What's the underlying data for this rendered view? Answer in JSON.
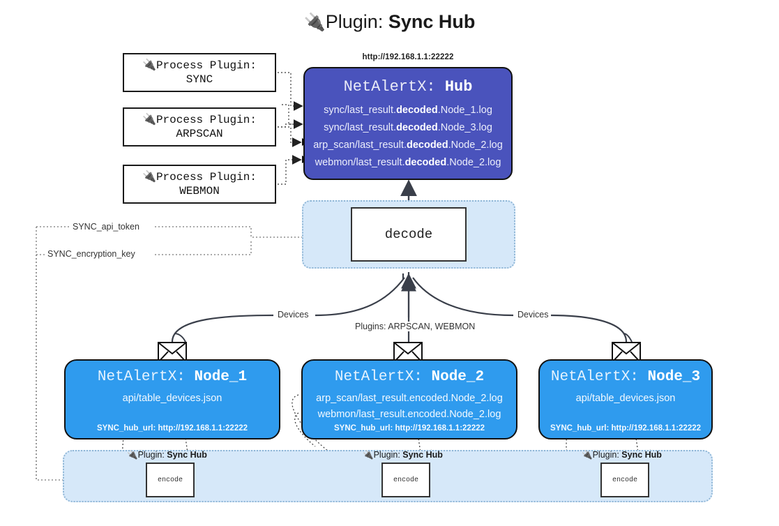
{
  "title": {
    "icon": "electric-plug-icon",
    "prefix": "Plugin: ",
    "name": "Sync Hub"
  },
  "process_plugins": [
    {
      "line1": "Process Plugin:",
      "line2": "SYNC",
      "icon": "electric-plug-icon"
    },
    {
      "line1": "Process Plugin:",
      "line2": "ARPSCAN",
      "icon": "electric-plug-icon"
    },
    {
      "line1": "Process Plugin:",
      "line2": "WEBMON",
      "icon": "electric-plug-icon"
    }
  ],
  "hub": {
    "url": "http://192.168.1.1:22222",
    "title_prefix": "NetAlertX: ",
    "title_name": "Hub",
    "lines": [
      {
        "pre": "sync/last_result.",
        "mid": "decoded",
        "post": ".Node_1.log"
      },
      {
        "pre": "sync/last_result.",
        "mid": "decoded",
        "post": ".Node_3.log"
      },
      {
        "pre": "arp_scan/last_result.",
        "mid": "decoded",
        "post": ".Node_2.log"
      },
      {
        "pre": "webmon/last_result.",
        "mid": "decoded",
        "post": ".Node_2.log"
      }
    ],
    "fill_color": "#4a53bc"
  },
  "decode": {
    "label": "decode",
    "container_color": "#d6e8f9"
  },
  "edge_labels": {
    "api_token": "SYNC_api_token",
    "encryption_key": "SYNC_encryption_key",
    "devices_left": "Devices",
    "devices_right": "Devices",
    "plugins_mid": "Plugins: ARPSCAN, WEBMON"
  },
  "nodes": [
    {
      "title_prefix": "NetAlertX: ",
      "title_name": "Node_1",
      "lines": [
        "api/table_devices.json"
      ],
      "footer": "SYNC_hub_url: http://192.168.1.1:22222",
      "icon": "envelope-icon"
    },
    {
      "title_prefix": "NetAlertX: ",
      "title_name": "Node_2",
      "lines": [
        "arp_scan/last_result.encoded.Node_2.log",
        "webmon/last_result.encoded.Node_2.log"
      ],
      "footer": "SYNC_hub_url: http://192.168.1.1:22222",
      "icon": "envelope-icon"
    },
    {
      "title_prefix": "NetAlertX: ",
      "title_name": "Node_3",
      "lines": [
        "api/table_devices.json"
      ],
      "footer": "SYNC_hub_url: http://192.168.1.1:22222",
      "icon": "envelope-icon"
    }
  ],
  "encode_section": {
    "plugin_tag_prefix": "Plugin: ",
    "plugin_tag_name": "Sync Hub",
    "box_label": "encode",
    "container_color": "#d6e8f9"
  },
  "colors": {
    "hub_blue": "#4a53bc",
    "node_blue": "#2f9bee",
    "container_light_blue": "#d6e8f9",
    "stroke": "#333333"
  }
}
